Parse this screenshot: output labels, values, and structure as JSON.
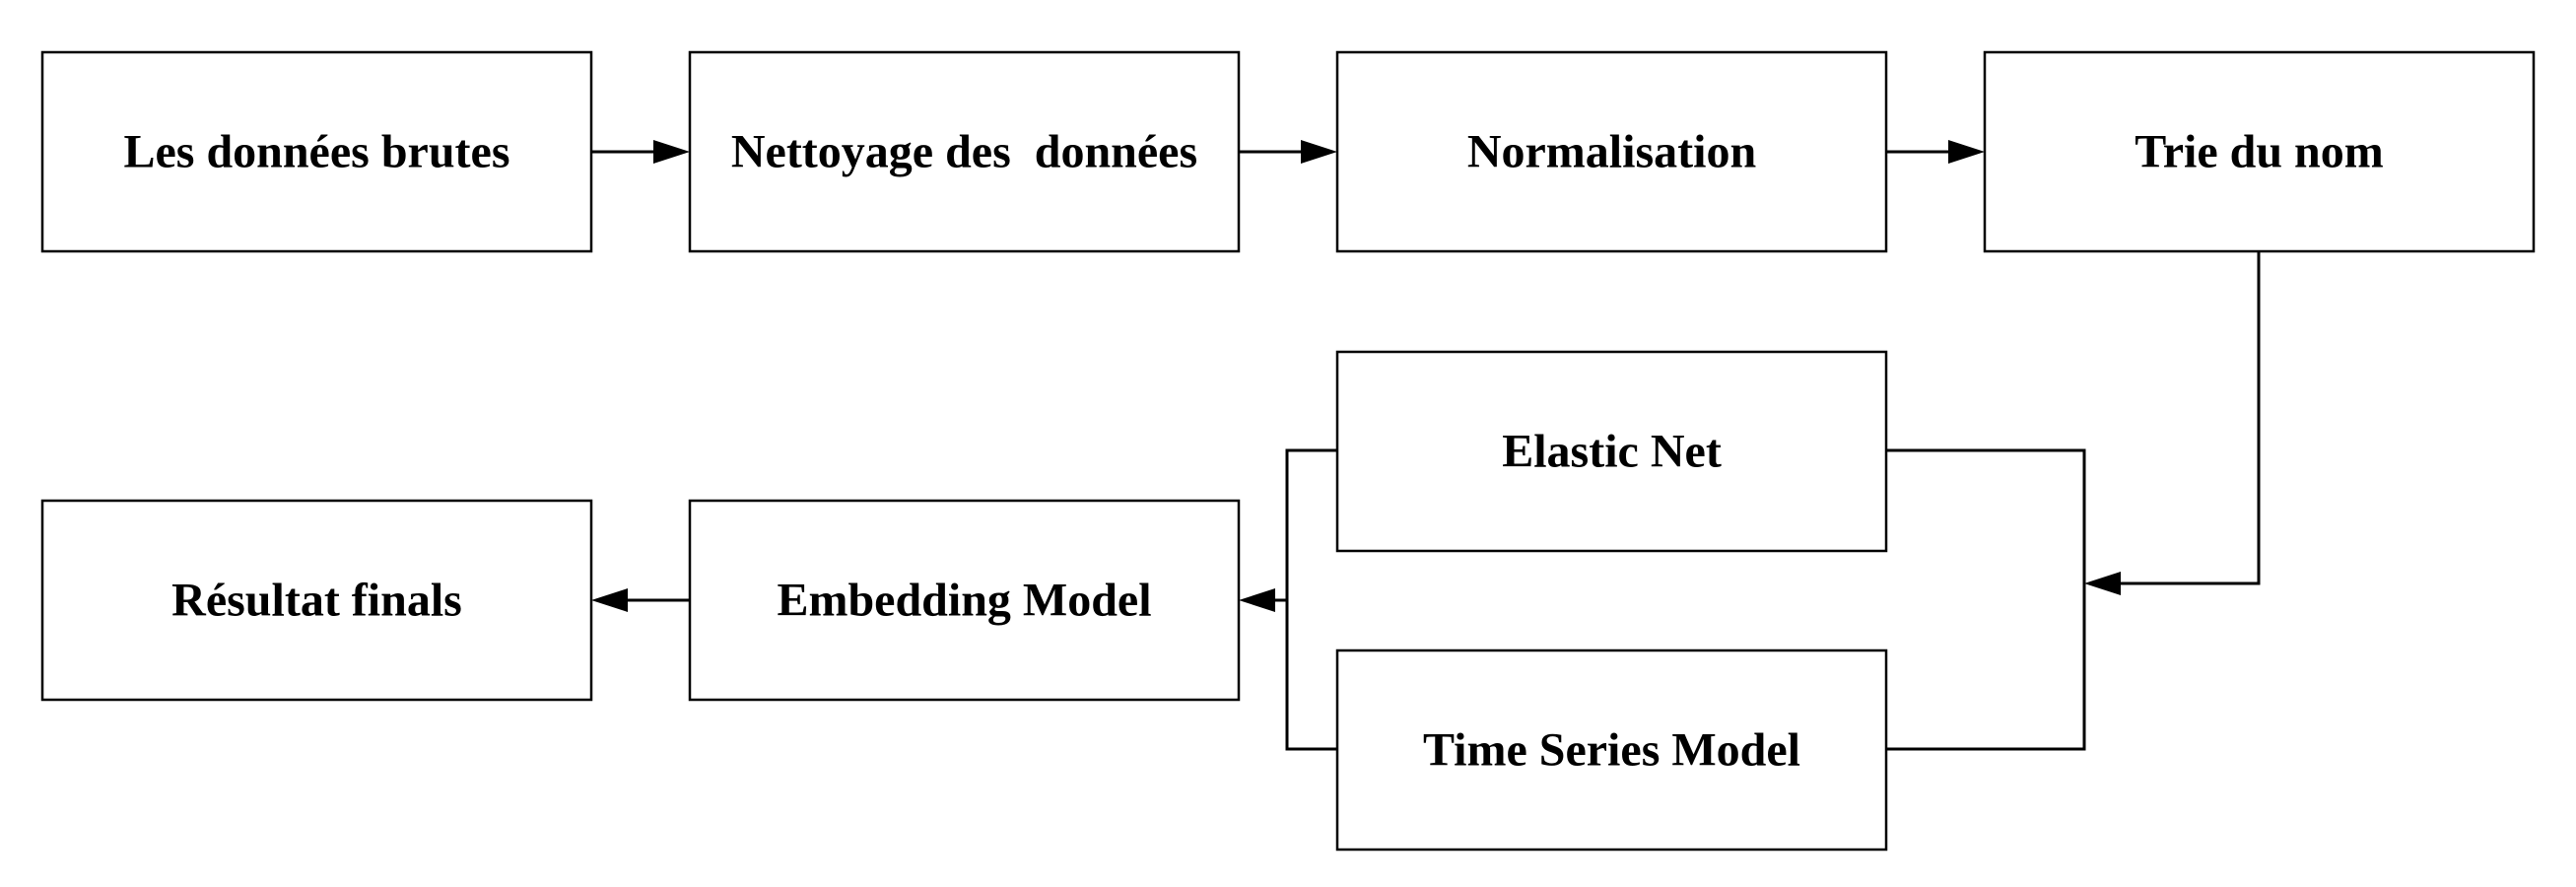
{
  "diagram": {
    "nodes": {
      "raw_data": "Les données brutes",
      "cleaning": "Nettoyage des  données",
      "normalisation": "Normalisation",
      "name_sort": "Trie du nom",
      "elastic_net": "Elastic Net",
      "time_series": "Time Series Model",
      "embedding": "Embedding Model",
      "final_result": "Résultat finals"
    }
  }
}
